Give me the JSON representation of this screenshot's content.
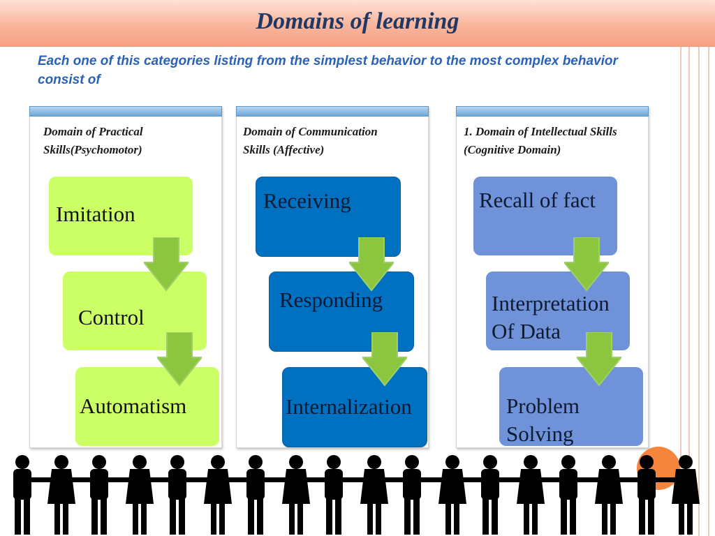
{
  "title": "Domains of learning",
  "subtitle": "Each one of this categories listing from the simplest behavior to the most complex behavior consist of",
  "columns": [
    {
      "label": "Domain of Practical Skills(Psychomotor)",
      "color": "#ccff66",
      "steps": [
        "Imitation",
        "Control",
        "Automatism"
      ]
    },
    {
      "label": "Domain of Communication Skills (Affective)",
      "color": "#0070c0",
      "steps": [
        "Receiving",
        "Responding",
        "Internalization"
      ]
    },
    {
      "label": "1. Domain of Intellectual Skills (Cognitive Domain)",
      "color": "#6f92d8",
      "steps": [
        "Recall of fact",
        "Interpretation Of Data",
        "Problem Solving"
      ]
    }
  ],
  "colors": {
    "title_text": "#1f3864",
    "subtitle_text": "#2a62b8",
    "arrow": "#8cc63f",
    "title_bar": "#f9b59c",
    "accent_circle": "#f5843d"
  }
}
